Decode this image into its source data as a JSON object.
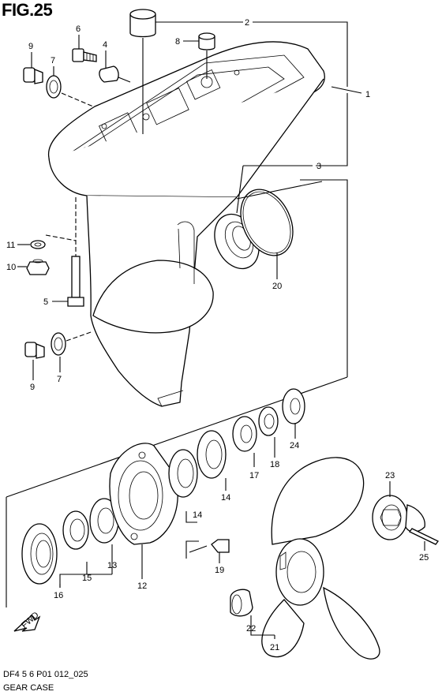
{
  "figure": {
    "title": "FIG.25",
    "footer_code": "DF4 5 6 P01 012_025",
    "caption": "GEAR CASE",
    "direction_tag": "FWD"
  },
  "callouts": [
    {
      "id": "c1",
      "label": "1"
    },
    {
      "id": "c2",
      "label": "2"
    },
    {
      "id": "c3",
      "label": "3"
    },
    {
      "id": "c4",
      "label": "4"
    },
    {
      "id": "c5",
      "label": "5"
    },
    {
      "id": "c6",
      "label": "6"
    },
    {
      "id": "c7a",
      "label": "7"
    },
    {
      "id": "c7b",
      "label": "7"
    },
    {
      "id": "c8",
      "label": "8"
    },
    {
      "id": "c9a",
      "label": "9"
    },
    {
      "id": "c9b",
      "label": "9"
    },
    {
      "id": "c10",
      "label": "10"
    },
    {
      "id": "c11",
      "label": "11"
    },
    {
      "id": "c12",
      "label": "12"
    },
    {
      "id": "c13",
      "label": "13"
    },
    {
      "id": "c14a",
      "label": "14"
    },
    {
      "id": "c14b",
      "label": "14"
    },
    {
      "id": "c15",
      "label": "15"
    },
    {
      "id": "c16",
      "label": "16"
    },
    {
      "id": "c17",
      "label": "17"
    },
    {
      "id": "c18",
      "label": "18"
    },
    {
      "id": "c19",
      "label": "19"
    },
    {
      "id": "c20",
      "label": "20"
    },
    {
      "id": "c21",
      "label": "21"
    },
    {
      "id": "c22",
      "label": "22"
    },
    {
      "id": "c23",
      "label": "23"
    },
    {
      "id": "c24",
      "label": "24"
    },
    {
      "id": "c25",
      "label": "25"
    }
  ]
}
